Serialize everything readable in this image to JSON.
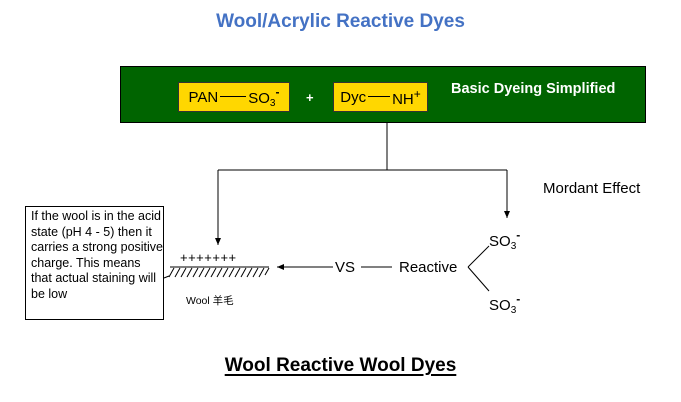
{
  "title": "Wool/Acrylic Reactive Dyes",
  "banner": {
    "label": "Basic Dyeing Simplified",
    "background": "#006400",
    "box1": {
      "left": "PAN",
      "right": "SO",
      "right_sub": "3",
      "right_sup": "-"
    },
    "plus": "+",
    "box2": {
      "left": "Dyc",
      "right": "NH",
      "right_sup": "+"
    },
    "box_color": "#ffd700"
  },
  "mordant_label": "Mordant Effect",
  "note": "If the wool is in the acid state (pH 4 - 5) then it carries a strong positive charge. This means that actual staining will be low",
  "wool": {
    "charges": "+++++++",
    "label": "Wool 羊毛"
  },
  "chain": {
    "vs": "VS",
    "reactive": "Reactive"
  },
  "so3_top": {
    "text": "SO",
    "sub": "3",
    "sup": "-"
  },
  "so3_bottom": {
    "text": "SO",
    "sub": "3",
    "sup": "-"
  },
  "footer": "Wool Reactive Wool Dyes",
  "colors": {
    "title": "#4472c4",
    "banner": "#006400",
    "box": "#ffd700"
  }
}
